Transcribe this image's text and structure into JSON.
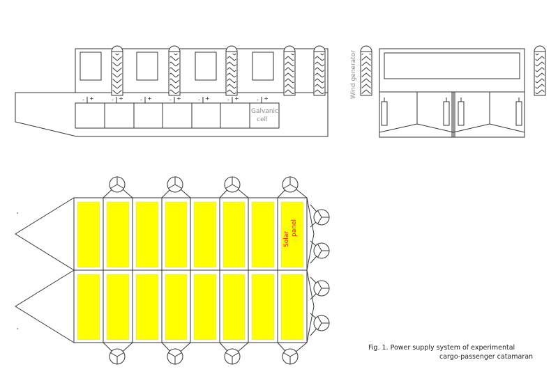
{
  "labels": {
    "galvanic_line1": "Galvanic",
    "galvanic_line2": "cell",
    "wind_generator": "Wind generator",
    "solar_line1": "Solar",
    "solar_line2": "panel",
    "battery_plus": "+",
    "battery_minus": "-"
  },
  "caption": {
    "line1": "Fig. 1. Power supply system of experimental",
    "line2": "cargo-passenger catamaran"
  },
  "colors": {
    "line": "#333333",
    "solar_fill": "#ffff00",
    "solar_text": "#ff0000",
    "label_gray": "#888888"
  }
}
